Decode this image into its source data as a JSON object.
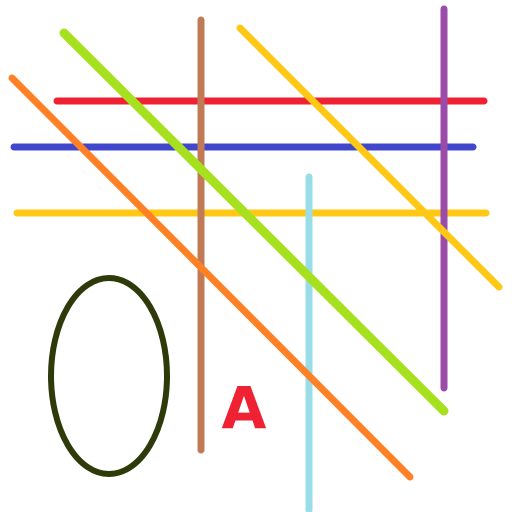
{
  "label": {
    "text": "A",
    "color": "#ee2233"
  },
  "shapes": {
    "lines": [
      {
        "name": "red-horizontal-line",
        "color": "#ee2233"
      },
      {
        "name": "blue-horizontal-line",
        "color": "#4147cc"
      },
      {
        "name": "yellow-horizontal-line",
        "color": "#ffc814"
      },
      {
        "name": "brown-vertical-line",
        "color": "#c07a55"
      },
      {
        "name": "light-blue-vertical-line",
        "color": "#99dde8"
      },
      {
        "name": "purple-vertical-line",
        "color": "#9b4ba8"
      },
      {
        "name": "orange-diagonal-line",
        "color": "#ff8025"
      },
      {
        "name": "lime-diagonal-line",
        "color": "#a6e01e"
      },
      {
        "name": "gold-diagonal-line",
        "color": "#ffc814"
      }
    ],
    "ellipse": {
      "name": "dark-olive-ellipse",
      "color": "#2e3a0a"
    }
  }
}
